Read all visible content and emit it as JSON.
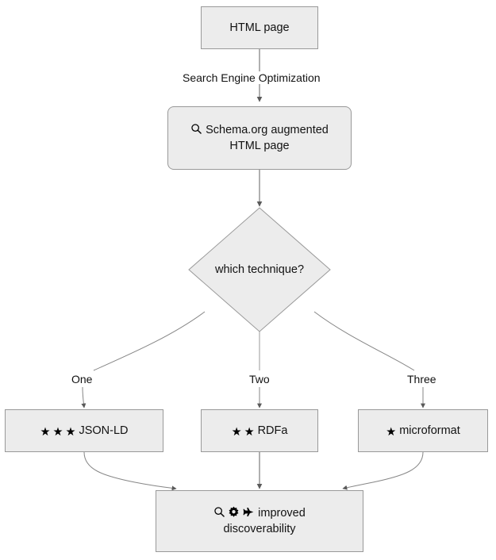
{
  "diagram": {
    "title": "Schema.org SEO technique flowchart",
    "type": "flowchart",
    "direction": "top-to-bottom",
    "colors": {
      "node_fill": "#ececec",
      "node_stroke": "#999999",
      "edge_stroke": "#666666",
      "text": "#121212",
      "background": "#ffffff"
    }
  },
  "nodes": {
    "html_page": {
      "label": "HTML page",
      "shape": "rectangle"
    },
    "schema_page": {
      "label": "Schema.org augmented HTML page",
      "line1": "Schema.org augmented",
      "line2": "HTML page",
      "shape": "rounded-rectangle",
      "icons": [
        "search-icon"
      ]
    },
    "decision": {
      "label": "which technique?",
      "shape": "diamond"
    },
    "jsonld": {
      "label": "JSON-LD",
      "shape": "rectangle",
      "icons": [
        "star-icon",
        "star-icon",
        "star-icon"
      ],
      "rating": 3
    },
    "rdfa": {
      "label": "RDFa",
      "shape": "rectangle",
      "icons": [
        "star-icon",
        "star-icon"
      ],
      "rating": 2
    },
    "microformat": {
      "label": "microformat",
      "shape": "rectangle",
      "icons": [
        "star-icon"
      ],
      "rating": 1
    },
    "discoverability": {
      "label": "improved discoverability",
      "line1": "improved",
      "line2": "discoverability",
      "shape": "rectangle",
      "icons": [
        "search-icon",
        "gear-icon",
        "airplane-icon"
      ]
    }
  },
  "edges": [
    {
      "from": "html_page",
      "to": "schema_page",
      "label": "Search Engine Optimization"
    },
    {
      "from": "schema_page",
      "to": "decision",
      "label": ""
    },
    {
      "from": "decision",
      "to": "jsonld",
      "label": "One"
    },
    {
      "from": "decision",
      "to": "rdfa",
      "label": "Two"
    },
    {
      "from": "decision",
      "to": "microformat",
      "label": "Three"
    },
    {
      "from": "jsonld",
      "to": "discoverability",
      "label": ""
    },
    {
      "from": "rdfa",
      "to": "discoverability",
      "label": ""
    },
    {
      "from": "microformat",
      "to": "discoverability",
      "label": ""
    }
  ],
  "edge_labels": {
    "seo": "Search Engine Optimization",
    "one": "One",
    "two": "Two",
    "three": "Three"
  }
}
